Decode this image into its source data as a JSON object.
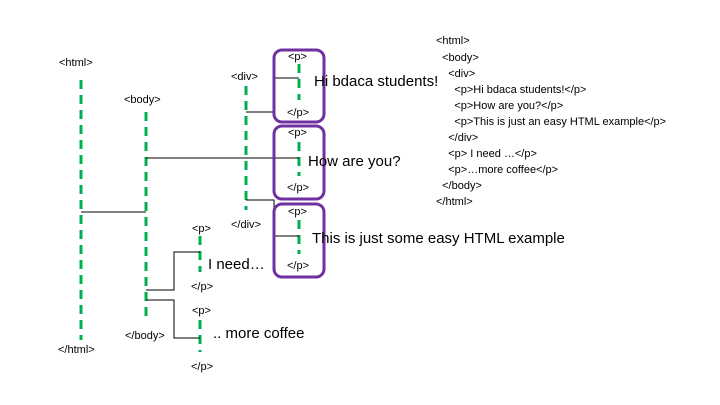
{
  "colors": {
    "tree_line": "#00b050",
    "box_stroke": "#7030a0",
    "connector": "#000000"
  },
  "tree": {
    "html_open": "<html>",
    "html_close": "</html>",
    "body_open": "<body>",
    "body_close": "</body>",
    "div_open": "<div>",
    "div_close": "</div>",
    "p_open": "<p>",
    "p_close": "</p>",
    "p1_text": "Hi bdaca students!",
    "p2_text": "How are you?",
    "p3_text": "This is just some easy HTML example",
    "p4_text": "I need…",
    "p5_text": ".. more coffee"
  },
  "code": {
    "lines": [
      "<html>",
      "  <body>",
      "    <div>",
      "      <p>Hi bdaca students!</p>",
      "      <p>How are you?</p>",
      "      <p>This is just an easy HTML example</p>",
      "    </div>",
      "    <p> I need …</p>",
      "    <p>…more coffee</p>",
      "  </body>",
      "</html>"
    ]
  }
}
